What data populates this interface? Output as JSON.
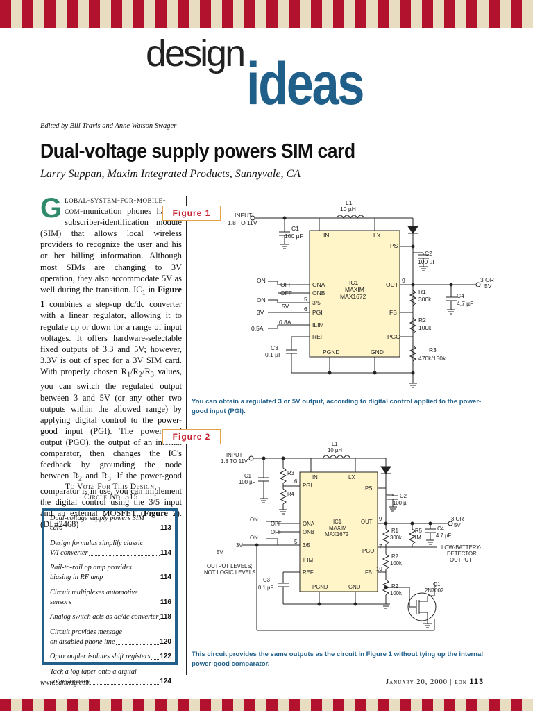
{
  "header": {
    "word1": "design",
    "word2": "ideas"
  },
  "edited_by": "Edited by Bill Travis and Anne Watson Swager",
  "article": {
    "title": "Dual-voltage supply powers SIM card",
    "byline": "Larry Suppan, Maxim Integrated Products, Sunnyvale, CA",
    "dropcap": "G",
    "lead_smallcaps": "lobal-system-for-mobile-com-",
    "body_p1": "munication phones have a subscriber-identification module (SIM) that allows local wireless providers to recognize the user and his or her billing information. Although most SIMs are changing to 3V operation, they also accommodate 5V as well during the transition. IC",
    "body_p2": " in ",
    "fig_ref1": "Figure 1",
    "body_p3": " combines a step-up dc/dc converter with a linear regulator, allowing it to regulate up or down for a range of input voltages. It offers hardware-selectable fixed outputs of 3.3 and 5V; however, 3.3V is out of spec for a 3V SIM card. With properly chosen R",
    "body_p4": " values, you can switch the regulated output between 3 and 5V (or any other two outputs within the allowed range) by applying digital control to the power-good input (PGI). The power-good output (PGO), the output of an internal comparator, then changes the IC's feedback by grounding the node between R",
    "body_p5": " and R",
    "body_p6": ". If the power-good comparator is in use, you can implement the digital control using the 3/5 input and an external MOSFET (",
    "fig_ref2": "Figure 2",
    "body_p7": "). (DI #2468)",
    "vote_line1": "To Vote For This Design,",
    "vote_line2": "Circle No. 315"
  },
  "figure1": {
    "tag": "Figure 1",
    "caption": "You can obtain a regulated 3 or 5V output, according to digital control applied to the power-good input (PGI).",
    "labels": {
      "input": "INPUT",
      "input_range": "1.8 TO 11V",
      "l1": "L1",
      "l1_val": "10 µH",
      "c1": "C1",
      "c1_val": "100 µF",
      "c2": "C2",
      "c2_val": "100 µF",
      "c3": "C3",
      "c3_val": "0.1 µF",
      "c4": "C4",
      "c4_val": "4.7 µF",
      "r1": "R1",
      "r1_val": "300k",
      "r2": "R2",
      "r2_val": "100k",
      "r3": "R3",
      "r3_val": "470k/150k",
      "ic": "IC1",
      "maker": "MAXIM",
      "part": "MAX1672",
      "in": "IN",
      "lx": "LX",
      "ps": "PS",
      "out": "OUT",
      "fb": "FB",
      "pgo": "PGO",
      "pgnd": "PGND",
      "gnd": "GND",
      "ona": "ONA",
      "onb": "ONB",
      "35": "3/5",
      "pgi": "PGI",
      "ilim": "ILIM",
      "ref": "REF",
      "on": "ON",
      "off": "OFF",
      "5v": "5V",
      "3v": "3V",
      "05a": "0.5A",
      "08a": "0.8A",
      "pin5": "5",
      "pin6": "6",
      "pin9": "9",
      "outv": "3 OR",
      "outv2": "5V"
    }
  },
  "figure2": {
    "tag": "Figure 2",
    "caption": "This circuit provides the same outputs as the circuit in Figure 1 without tying up the internal power-good comparator.",
    "labels": {
      "input": "INPUT",
      "input_range": "1.8 TO 11V",
      "l1": "L1",
      "l1_val": "10 µH",
      "c1": "C1",
      "c1_val": "100 µF",
      "c2": "C2",
      "c2_val": "100 µF",
      "c3": "C3",
      "c3_val": "0.1 µF",
      "c4": "C4",
      "c4_val": "4.7 µF",
      "r1": "R1",
      "r1_val": "300k",
      "r2": "R2",
      "r2_val": "100k",
      "r3": "R3",
      "r4": "R4",
      "r5": "R5",
      "r5_val": "1M",
      "r100": "100k",
      "q1": "Q1",
      "q1_val": "2N7002",
      "ic": "IC1",
      "maker": "MAXIM",
      "part": "MAX1672",
      "in": "IN",
      "lx": "LX",
      "ps": "PS",
      "pgi": "PGI",
      "ona": "ONA",
      "onb": "ONB",
      "35": "3/5",
      "ilim": "ILIM",
      "ref": "REF",
      "out": "OUT",
      "pgo": "PGO",
      "fb": "FB",
      "pgnd": "PGND",
      "gnd": "GND",
      "on": "ON",
      "off": "OFF",
      "5v": "5V",
      "3v": "3V",
      "levels1": "OUTPUT LEVELS;",
      "levels2": "NOT LOGIC LEVELS",
      "lbd1": "LOW-BATTERY-",
      "lbd2": "DETECTOR",
      "lbd3": "OUTPUT",
      "outv": "3 OR",
      "outv2": "5V",
      "pin5": "5",
      "pin6": "6",
      "pin7": "7",
      "pin9": "9",
      "pin10": "10"
    }
  },
  "toc": [
    {
      "title": "Dual-voltage supply powers SIM card",
      "page": "113"
    },
    {
      "title": "Design formulas simplify classic",
      "title2": "V/I converter",
      "page": "114"
    },
    {
      "title": "Rail-to-rail op amp provides",
      "title2": "biasing in RF amp",
      "page": "114"
    },
    {
      "title": "Circuit multiplexes automotive sensors",
      "page": "116"
    },
    {
      "title": "Analog switch acts as dc/dc converter",
      "page": "118"
    },
    {
      "title": "Circuit provides message",
      "title2": "on disabled phone line",
      "page": "120"
    },
    {
      "title": "Optocoupler isolates shift registers",
      "page": "122"
    },
    {
      "title": "Tack a log taper onto a digital",
      "title2": "potentiometer",
      "page": "124"
    }
  ],
  "footer": {
    "url": "www.ednmag.com",
    "date": "January 20, 2000",
    "sep": "|",
    "pub": "edn",
    "page": "113"
  }
}
